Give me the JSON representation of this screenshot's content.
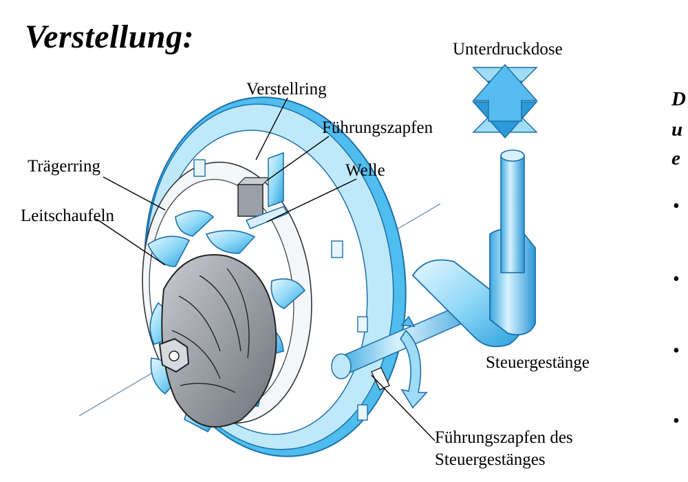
{
  "title": "Verstellung:",
  "labels": {
    "unterdruckdose": "Unterdruckdose",
    "verstellring": "Verstellring",
    "fuehrungszapfen": "Führungszapfen",
    "traegerring": "Trägerring",
    "welle": "Welle",
    "leitschaufeln": "Leitschaufeln",
    "steuergestaenge": "Steuergestänge",
    "fuehrungszapfen_steuer_line1": "Führungszapfen des",
    "fuehrungszapfen_steuer_line2": "Steuergestänges"
  },
  "side_text": [
    "D",
    "u",
    "e"
  ],
  "bullets": [
    "•",
    "•",
    "•",
    "•"
  ],
  "colors": {
    "blue_light": "#cfeefd",
    "blue_mid": "#5cc6f2",
    "blue_dark": "#1f8fd0",
    "grey": "#8a8f96"
  }
}
